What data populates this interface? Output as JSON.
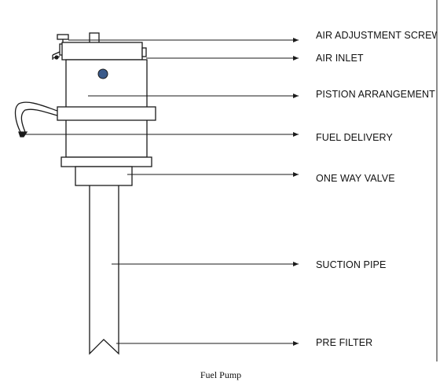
{
  "labels": {
    "air_adjustment_screw": "AIR ADJUSTMENT SCREW",
    "air_inlet": "AIR INLET",
    "piston_arrangement": "PISTION ARRANGEMENT",
    "fuel_delivery": "FUEL DELIVERY",
    "one_way_valve": "ONE WAY VALVE",
    "suction_pipe": "SUCTION PIPE",
    "pre_filter": "PRE FILTER"
  },
  "caption": "Fuel Pump",
  "colors": {
    "ink": "#1a1a1a",
    "dot": "#3a5a8a",
    "background": "#ffffff"
  }
}
